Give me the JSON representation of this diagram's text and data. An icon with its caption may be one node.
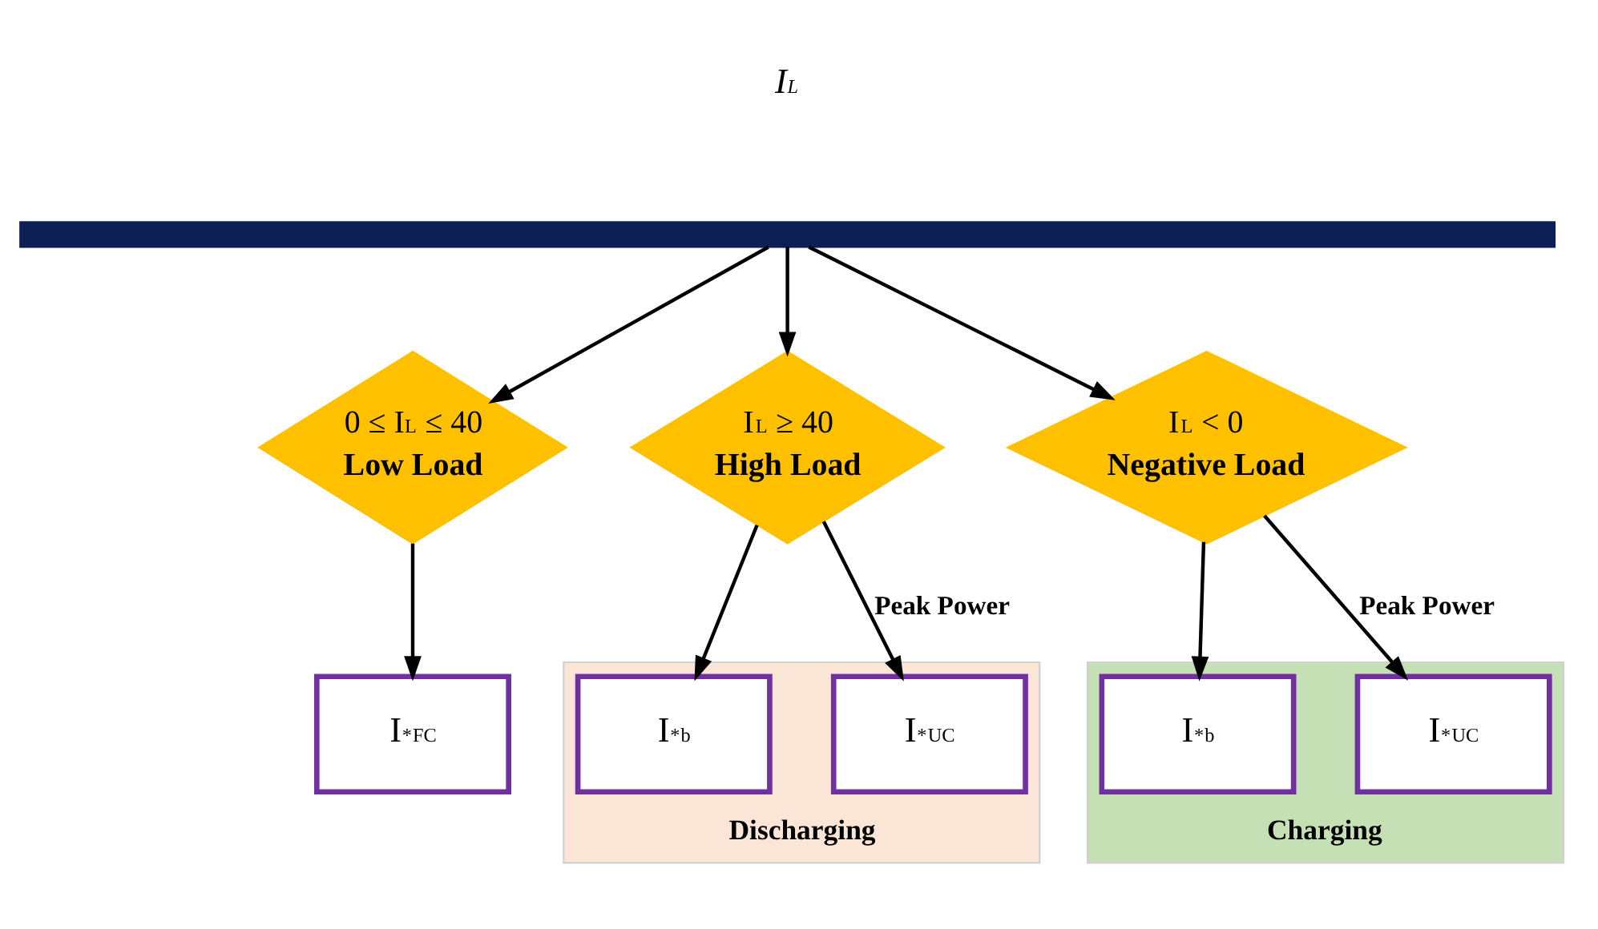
{
  "diagram": {
    "nodes": [
      {
        "text": [],
        "shape": "bar"
      },
      {
        "text": [
          "0 ≤ I$_{L}$ ≤ 40",
          "Low Load"
        ]
      },
      {
        "text": [
          "I$_{L}$ ≥ 40",
          "High Load"
        ]
      },
      {
        "text": [
          "I$_{L}$ < 0",
          "Negative Load"
        ]
      },
      {
        "text": [
          "I$^{*}$$_{FC}$"
        ]
      },
      {
        "text": [
          "Discharging"
        ]
      },
      {
        "text": [
          "I$^{*}$$_{b}$"
        ],
        "in": 5
      },
      {
        "text": [
          "I$^{*}$$_{UC}$"
        ],
        "in": 5
      },
      {
        "text": [
          "Charging"
        ]
      },
      {
        "text": [
          "I$^{*}$$_{b}$"
        ],
        "in": 8
      },
      {
        "text": [
          "I$^{*}$$_{UC}$"
        ],
        "in": 8
      }
    ],
    "edges": [
      {
        "from": 0,
        "to": 1,
        "arrow": "to"
      },
      {
        "from": 0,
        "to": 2,
        "arrow": "to"
      },
      {
        "from": 0,
        "to": 3,
        "arrow": "to"
      },
      {
        "from": 1,
        "to": 4,
        "arrow": "to"
      },
      {
        "from": 2,
        "to": 6,
        "arrow": "to"
      },
      {
        "from": 2,
        "to": 7,
        "arrow": "to",
        "label": "Peak Power"
      },
      {
        "from": 3,
        "to": 9,
        "arrow": "to"
      },
      {
        "from": 3,
        "to": 10,
        "arrow": "to",
        "label": "Peak Power"
      }
    ],
    "labels": [
      "I$_{L}$"
    ]
  }
}
